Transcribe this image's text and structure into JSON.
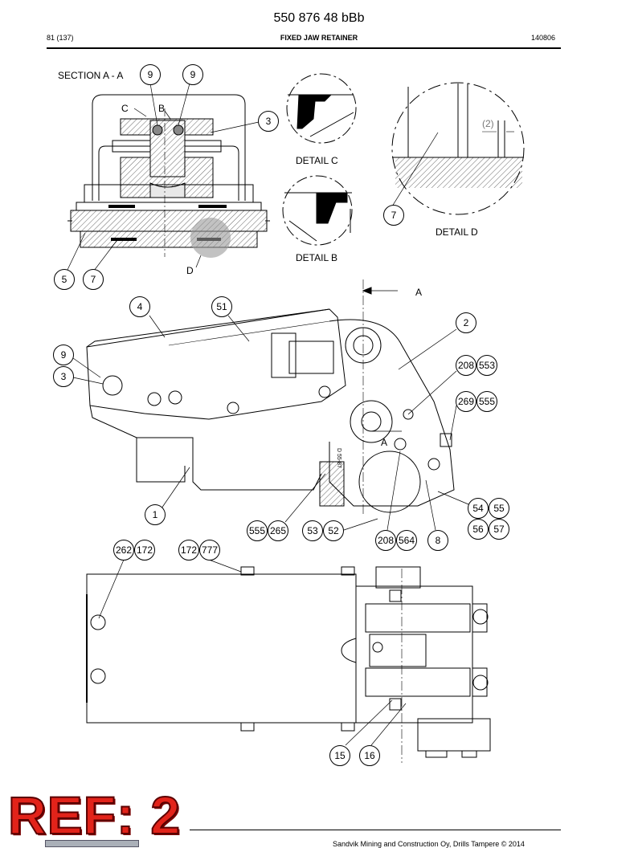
{
  "header": {
    "doc_number": "550 876 48 bBb",
    "page": "81 (137)",
    "title": "FIXED JAW RETAINER",
    "date": "140806"
  },
  "drawing": {
    "section_label": "SECTION A - A",
    "label_c": "C",
    "label_b": "B",
    "label_d": "D",
    "label_a_top": "A",
    "label_a_mid": "A",
    "detail_c": "DETAIL C",
    "detail_b": "DETAIL B",
    "detail_d": "DETAIL D",
    "dim_note": "(2)",
    "stamp_text": "D 55-87",
    "callouts": {
      "c9a": "9",
      "c9b": "9",
      "c3a": "3",
      "c7a": "7",
      "c5": "5",
      "c7b": "7",
      "c4": "4",
      "c51": "51",
      "c2": "2",
      "c9c": "9",
      "c3b": "3",
      "c208a": "208",
      "c553": "553",
      "c269": "269",
      "c555a": "555",
      "c1": "1",
      "c555b": "555",
      "c265": "265",
      "c53": "53",
      "c52": "52",
      "c208b": "208",
      "c564": "564",
      "c8": "8",
      "c54": "54",
      "c55": "55",
      "c56": "56",
      "c57": "57",
      "c262": "262",
      "c172a": "172",
      "c172b": "172",
      "c777": "777",
      "c15": "15",
      "c16": "16"
    }
  },
  "footer": {
    "ref": "REF: 2",
    "copyright": "Sandvik Mining and Construction Oy, Drills Tampere © 2014"
  }
}
